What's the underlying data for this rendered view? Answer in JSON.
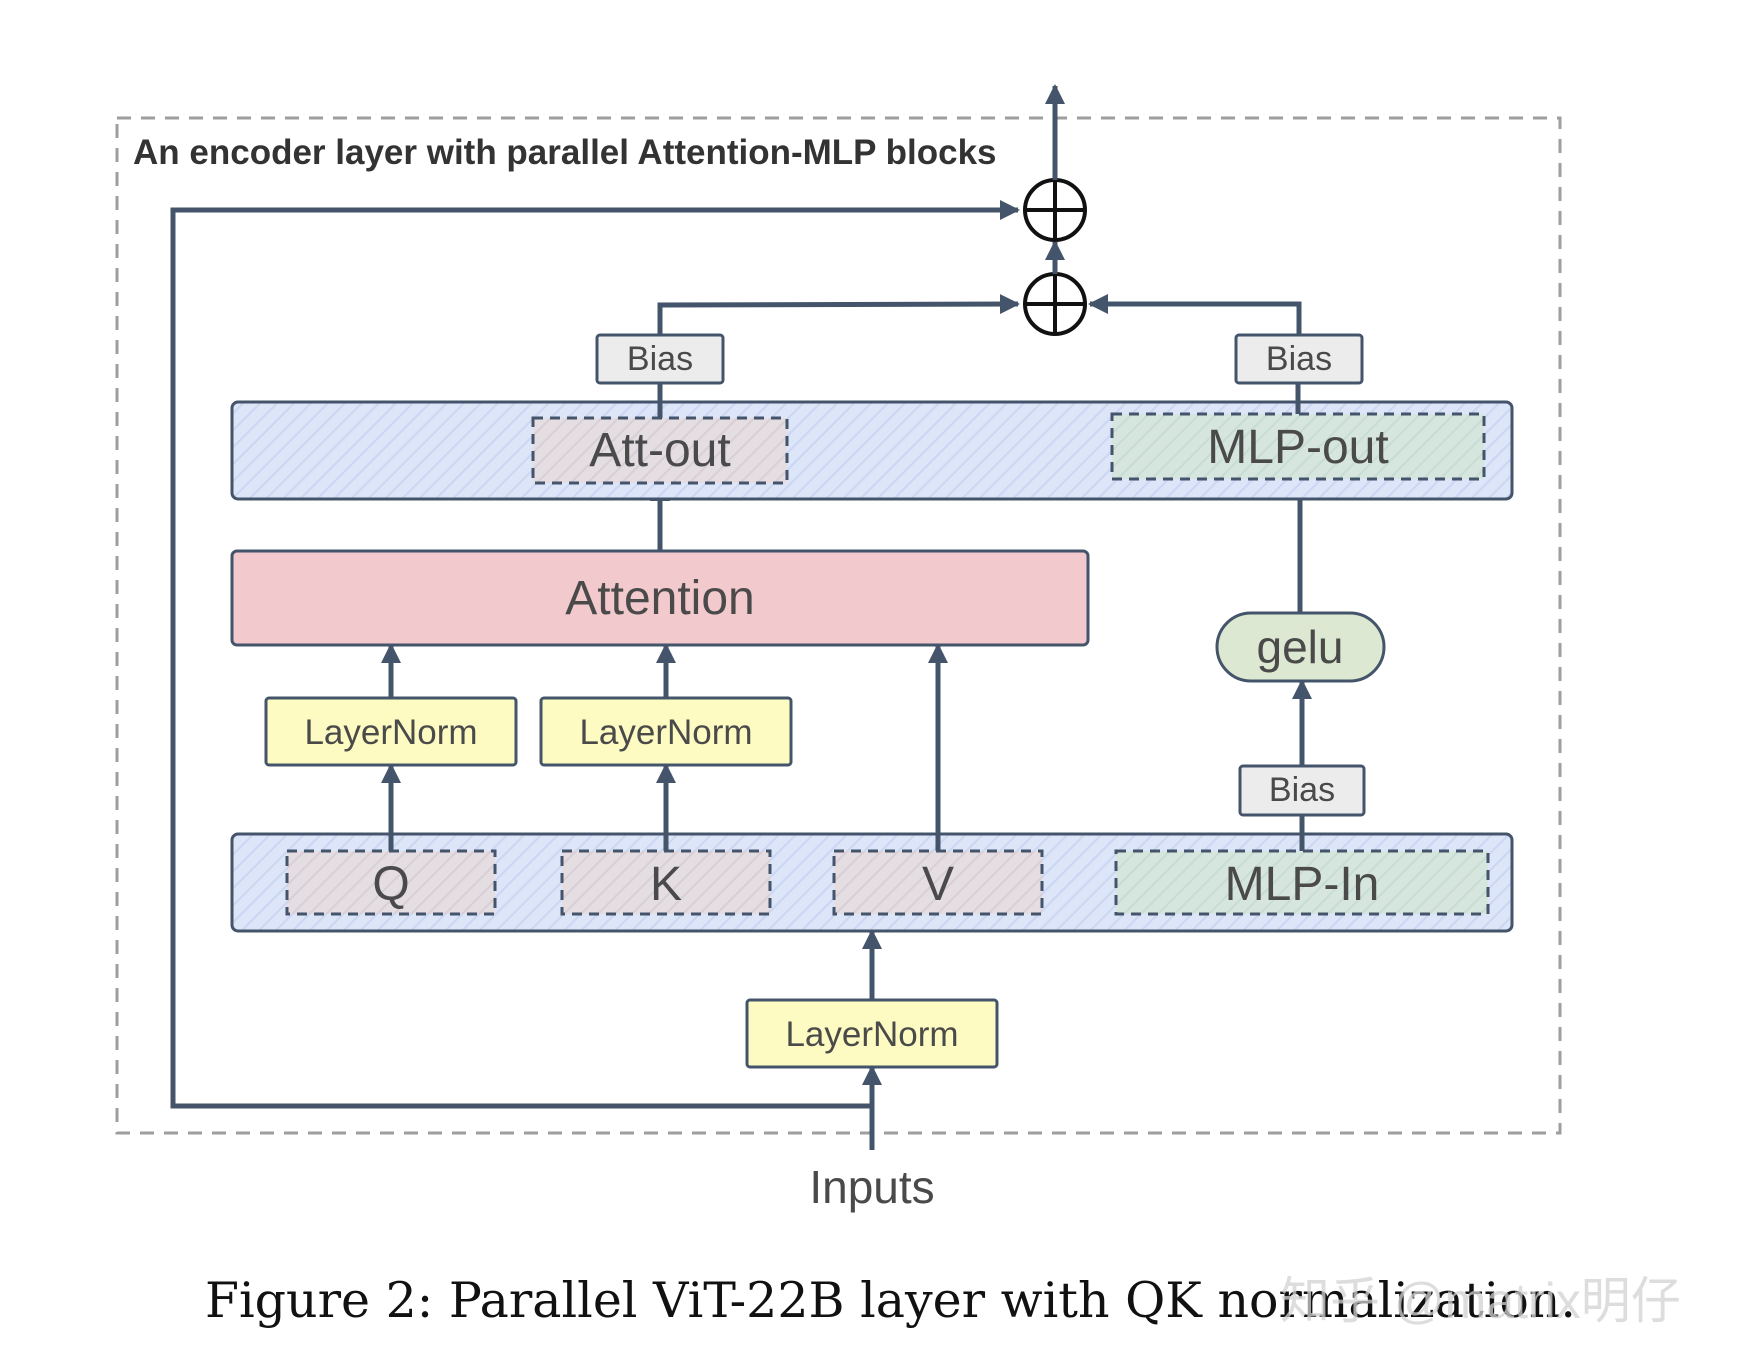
{
  "diagram": {
    "title": "An encoder layer with parallel Attention-MLP blocks",
    "input_label": "Inputs",
    "nodes": {
      "layernorm_input": "LayerNorm",
      "q": "Q",
      "k": "K",
      "v": "V",
      "mlp_in": "MLP-In",
      "layernorm_q": "LayerNorm",
      "layernorm_k": "LayerNorm",
      "attention": "Attention",
      "bias_mlp_in": "Bias",
      "gelu": "gelu",
      "att_out": "Att-out",
      "mlp_out": "MLP-out",
      "bias_att_out": "Bias",
      "bias_mlp_out": "Bias"
    },
    "colors": {
      "stroke": "#44546a",
      "outer_border": "#9e9e9e",
      "projection_band": "#dde5f8",
      "attention_fill": "#f2c9cd",
      "layernorm_fill": "#fdfbc1",
      "gelu_fill": "#dce8d2",
      "bias_fill": "#ececec",
      "qkv_fill": "#e4dde2",
      "mlp_fill": "#d6e6df"
    }
  },
  "caption": "Figure 2: Parallel ViT-22B layer with QK normalization.",
  "watermark": "知乎 @matrix明仔"
}
